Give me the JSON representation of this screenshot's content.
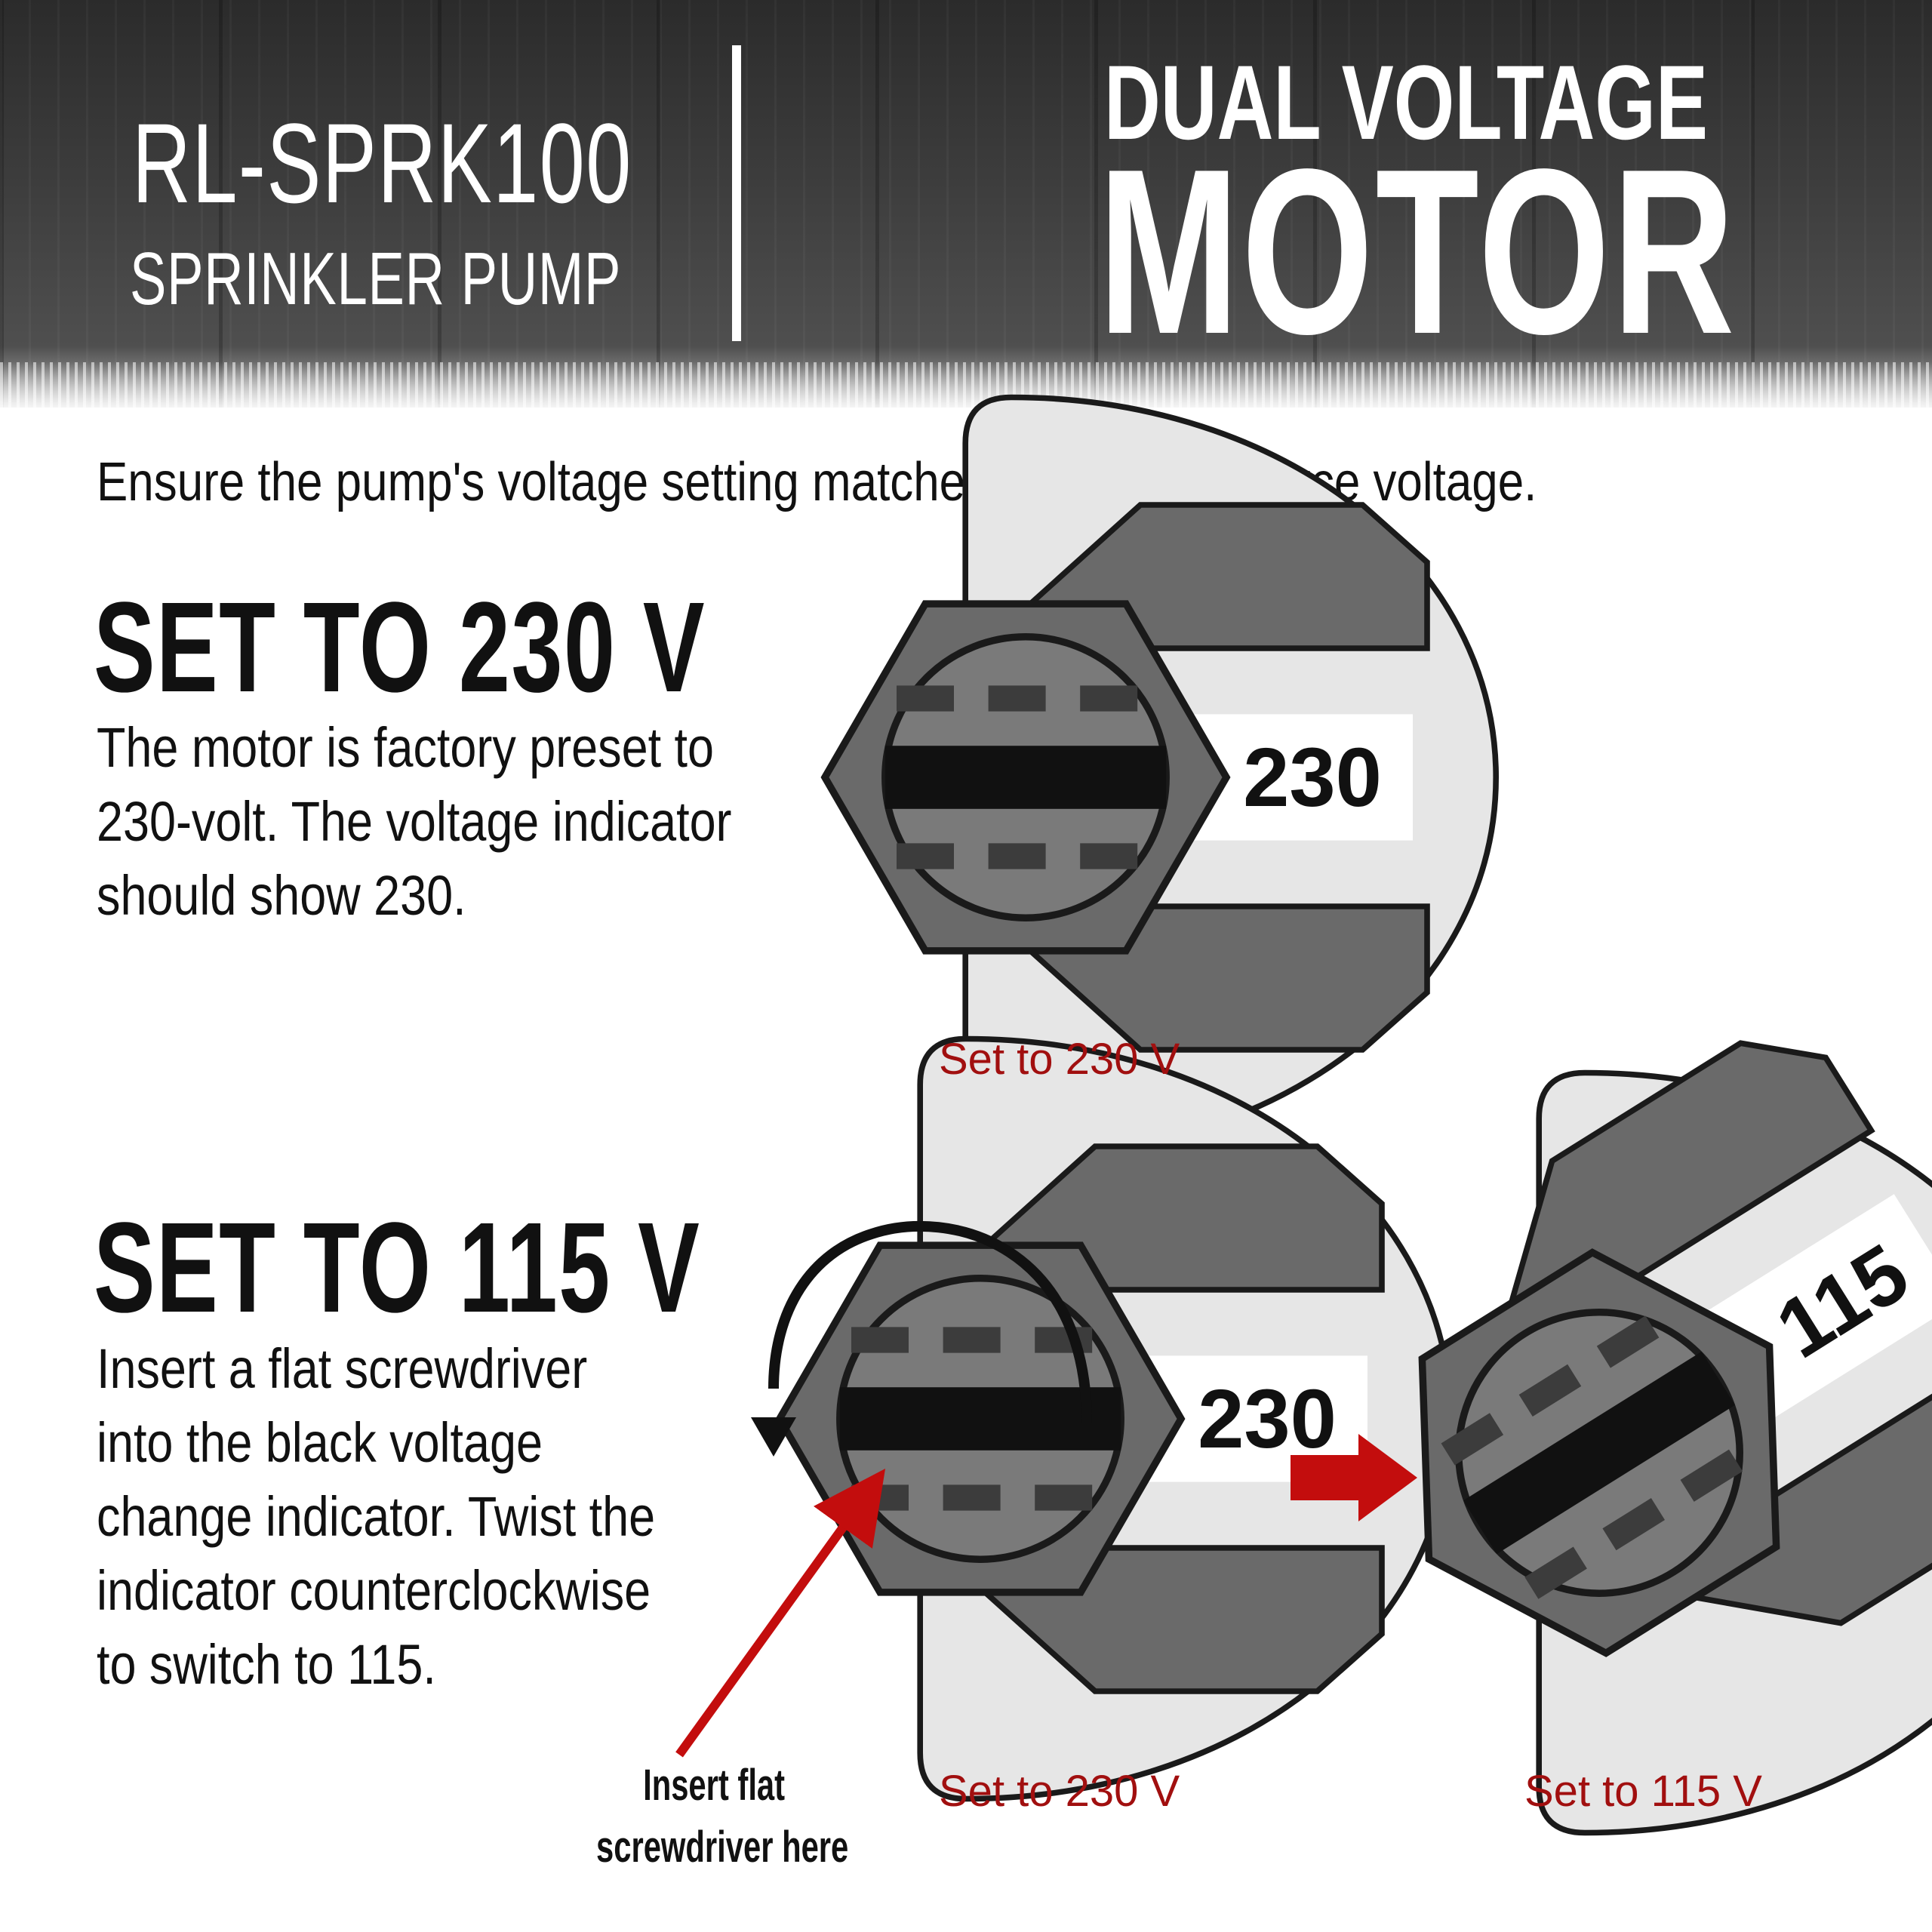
{
  "header": {
    "model": "RL-SPRK100",
    "product": "SPRINKLER PUMP",
    "heading_line1": "DUAL VOLTAGE",
    "heading_line2": "MOTOR"
  },
  "intro": "Ensure the pump's voltage setting matches the power source voltage.",
  "section_230": {
    "title": "SET TO 230 V",
    "lines": [
      "The motor is factory preset to",
      "230-volt.  The voltage indicator",
      "should show 230."
    ],
    "dial_label": "230",
    "caption": "Set to 230 V"
  },
  "section_115": {
    "title": "SET TO 115 V",
    "lines": [
      "Insert a flat screwdriver",
      "into the black voltage",
      "change indicator. Twist the",
      "indicator counterclockwise",
      "to switch to 115."
    ],
    "dial_before_label": "230",
    "dial_after_label": "115",
    "caption_before": "Set to 230 V",
    "caption_after": "Set to 115 V",
    "screwdriver_label_line1": "Insert flat",
    "screwdriver_label_line2": "screwdriver here"
  },
  "colors": {
    "accent_red": "#a10f0f",
    "arrow_red": "#c30d0d",
    "dial_gray": "#6a6a6a",
    "plate_light": "#e6e6e6"
  }
}
